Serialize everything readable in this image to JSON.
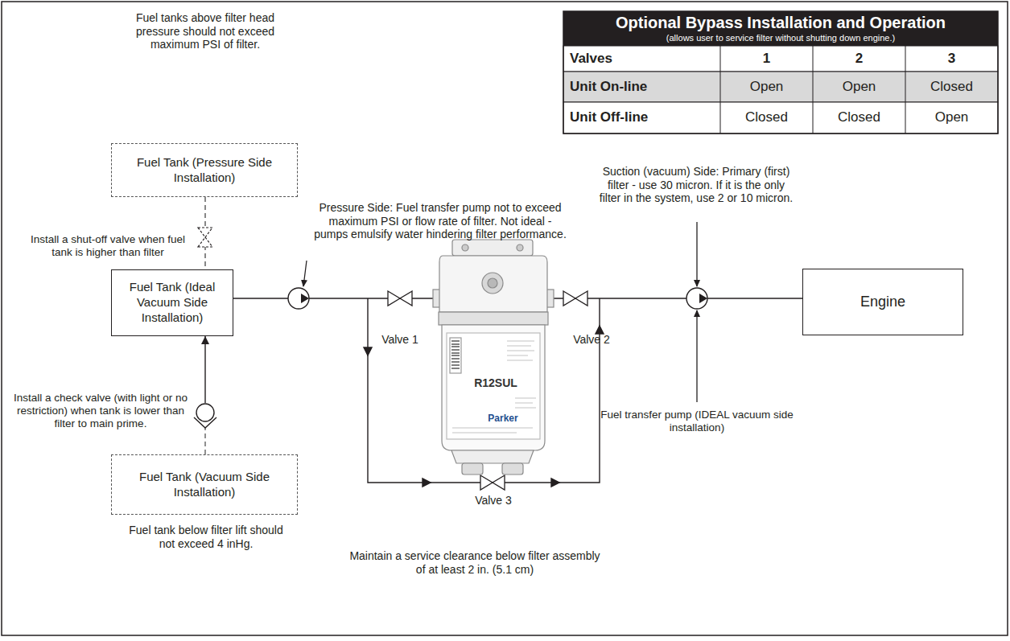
{
  "diagram": {
    "nodes": [
      {
        "text": [
          "Fuel Tank (Pressure Side Installation)"
        ]
      },
      {
        "text": [
          "Fuel Tank (Ideal Vacuum Side Installation)"
        ]
      },
      {
        "text": [
          "Fuel Tank (Vacuum Side Installation)"
        ]
      },
      {
        "text": [
          "Engine"
        ]
      }
    ],
    "edges": [
      {
        "from": 0,
        "to": 1,
        "arrow": "none"
      },
      {
        "from": 2,
        "to": 1,
        "arrow": "to"
      },
      {
        "from": 1,
        "to": 3,
        "arrow": "none"
      }
    ],
    "labels": [
      "Fuel tanks above filter head pressure should not exceed maximum PSI of filter.",
      "Install a shut-off valve when fuel tank is higher than filter",
      "Install a check valve (with light or no restriction) when tank is lower than filter to main prime.",
      "Fuel tank below filter lift should not exceed 4 inHg.",
      "Pressure Side: Fuel transfer pump not to exceed maximum PSI or flow rate of filter. Not ideal - pumps emulsify water hindering filter performance.",
      "Optional Bypass Installation and Operation",
      "(allows user to service filter without shutting down engine.)",
      "Valves",
      "1",
      "2",
      "3",
      "Unit On-line",
      "Open",
      "Open",
      "Closed",
      "Unit Off-line",
      "Closed",
      "Closed",
      "Open",
      "Suction (vacuum) Side: Primary (first) filter - use 30 micron. If it is the only filter in the system, use 2 or 10 micron.",
      "R12SUL",
      "Parker",
      "Valve 1",
      "Valve 2",
      "Fuel transfer pump (IDEAL vacuum side installation)",
      "Valve 3",
      "Maintain a service clearance below filter assembly of at least 2 in. (5.1 cm)"
    ]
  }
}
